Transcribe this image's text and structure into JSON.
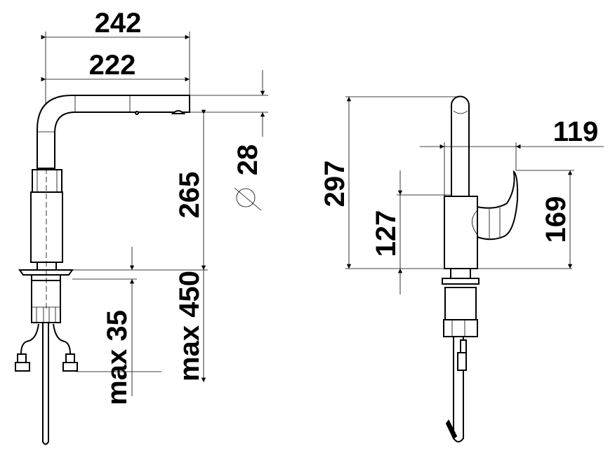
{
  "drawing": {
    "front_view": {
      "overall_width": "242",
      "spout_reach": "222",
      "spout_diameter": "28",
      "spout_height": "265",
      "max_hose_length": "max 450",
      "max_counter_thickness": "max 35"
    },
    "side_view": {
      "overall_height": "297",
      "body_height": "127",
      "lever_reach": "119",
      "lever_height": "169"
    },
    "line_color": "#000000",
    "background_color": "#ffffff"
  }
}
